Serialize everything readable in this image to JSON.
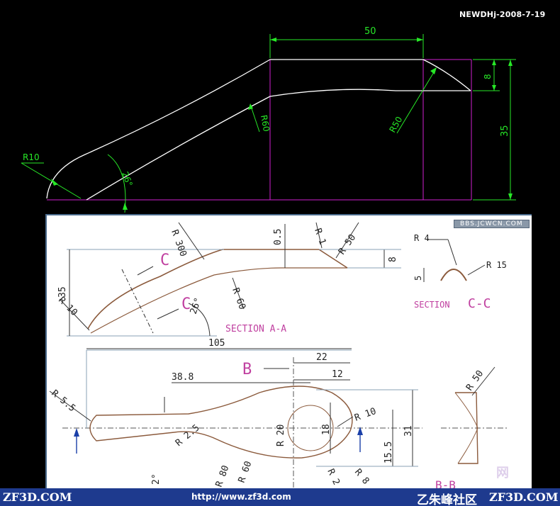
{
  "stamp": "NEWDHj-2008-7-19",
  "cad_dims": {
    "top_length": "50",
    "right_height": "8",
    "total_height": "35",
    "r_tip": "R50",
    "r_mid": "R60",
    "r_left": "R10",
    "angle": "26°"
  },
  "sheet": {
    "badge": "BBS.JCWCN.COM",
    "section_aa": {
      "title": "SECTION A-A",
      "r300": "R 300",
      "t05": "0.5",
      "r1": "R 1",
      "r50": "R 50",
      "h8": "8",
      "h35": "35",
      "r10": "R 10",
      "r60": "R 60",
      "angle": "26°",
      "len105": "105",
      "cut_c1": "C",
      "cut_c2": "C"
    },
    "section_cc": {
      "title_prefix": "SECTION",
      "title_suffix": "C-C",
      "r4": "R 4",
      "r15": "R 15",
      "h5": "5"
    },
    "plan": {
      "d22": "22",
      "d12": "12",
      "d388": "38.8",
      "cut_b": "B",
      "r55": "R 5.5",
      "r25": "R 2.5",
      "r20": "R 20",
      "d18": "18",
      "r10": "R 10",
      "d155": "15.5",
      "d31": "31",
      "r80": "R 80",
      "r60": "R 60",
      "r2": "R 2",
      "r8": "R 8",
      "a2": "2°"
    },
    "side": {
      "r50": "R 50",
      "label_b": "B-B"
    }
  },
  "footer": {
    "brand_left": "ZF3D.COM",
    "url": "http://www.zf3d.com",
    "brand_cn": "乙朱峰社区",
    "brand_right": "ZF3D.COM"
  },
  "watermark": "网"
}
